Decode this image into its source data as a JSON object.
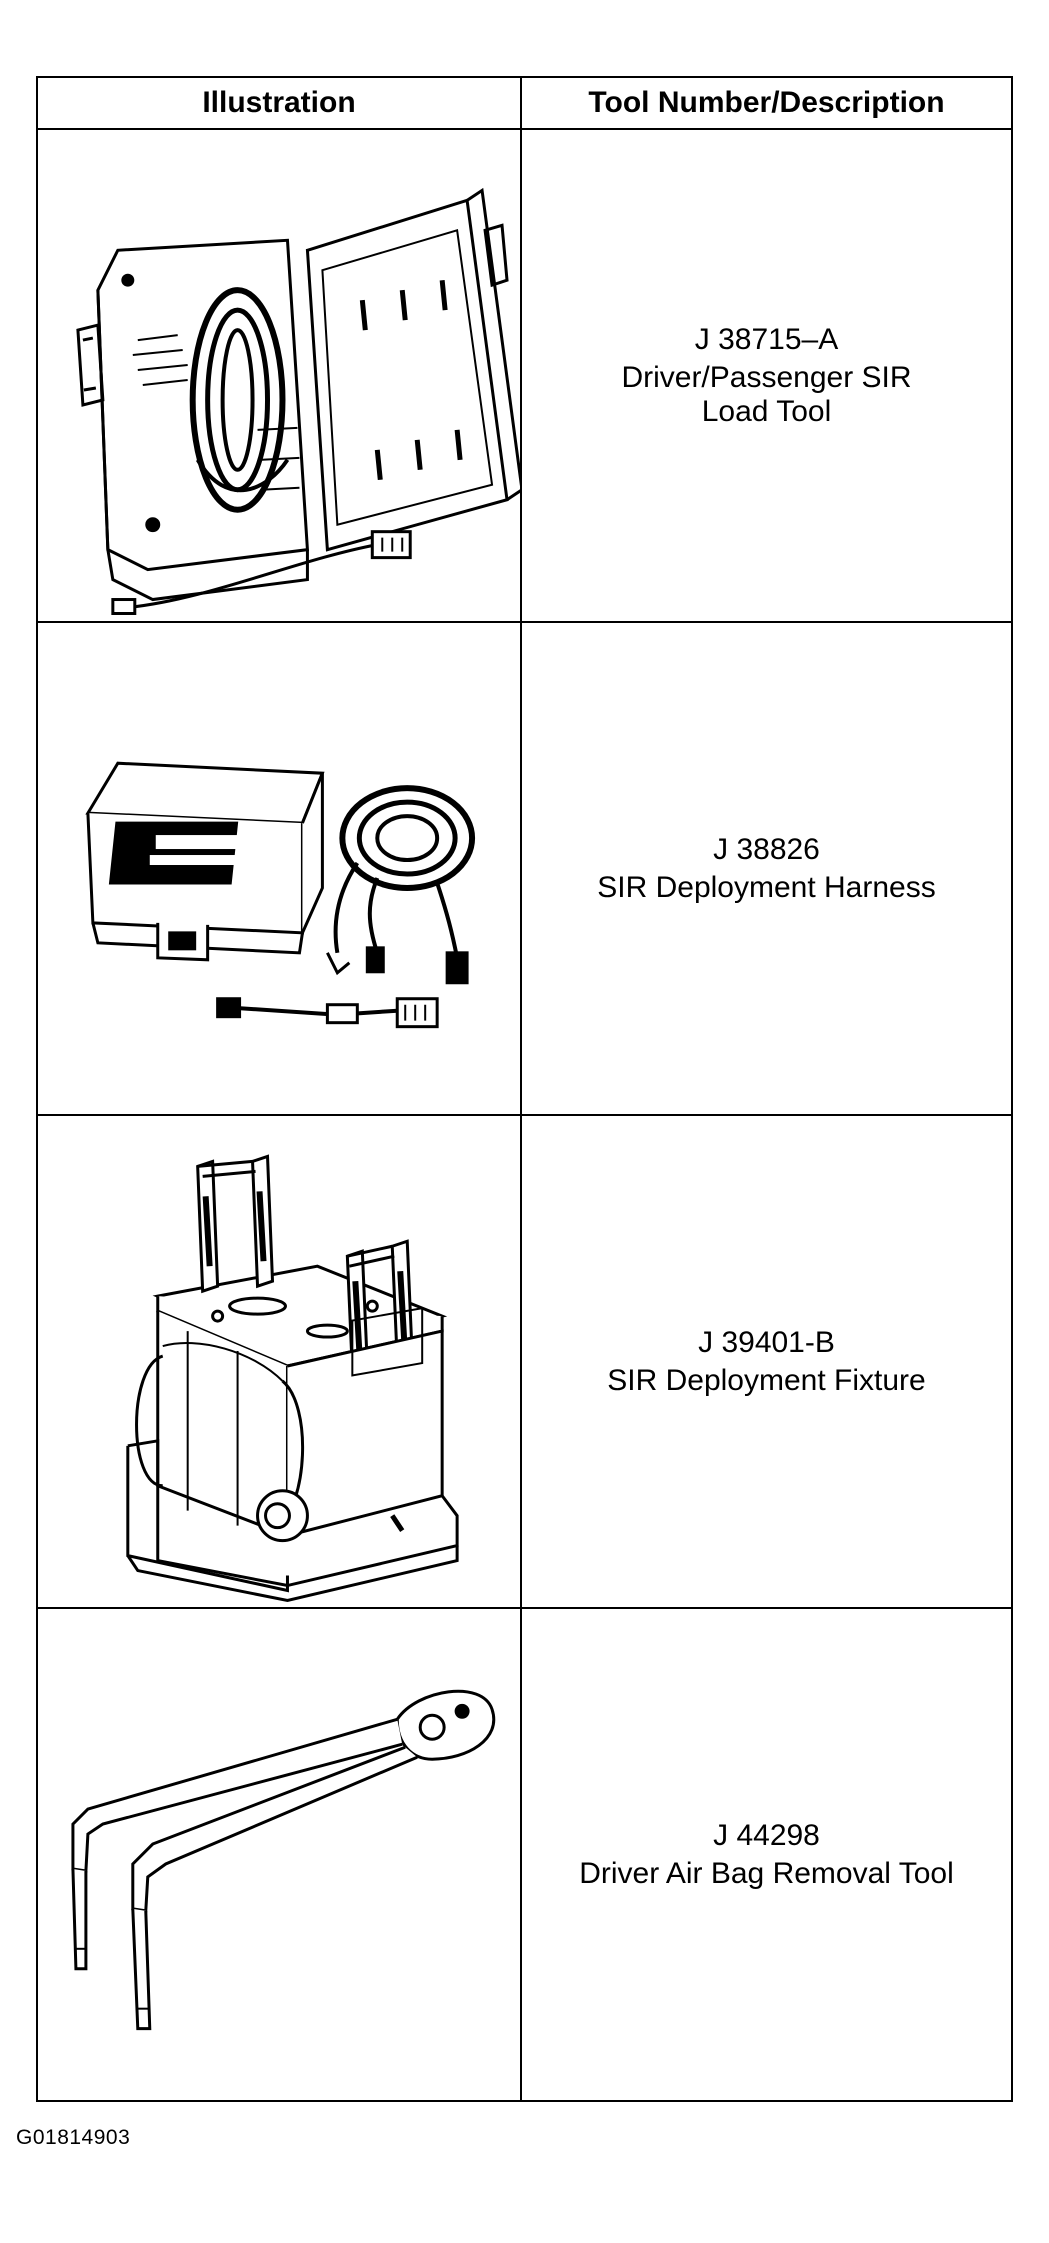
{
  "table": {
    "headers": {
      "illustration": "Illustration",
      "description": "Tool Number/Description"
    },
    "rows": [
      {
        "tool_number": "J 38715–A",
        "description_lines": [
          "Driver/Passenger SIR",
          "Load Tool"
        ],
        "illustration_icon": "load-tool-case-icon"
      },
      {
        "tool_number": "J 38826",
        "description_lines": [
          "SIR Deployment Harness"
        ],
        "illustration_icon": "deployment-harness-icon"
      },
      {
        "tool_number": "J 39401-B",
        "description_lines": [
          "SIR Deployment Fixture"
        ],
        "illustration_icon": "deployment-fixture-icon"
      },
      {
        "tool_number": "J 44298",
        "description_lines": [
          "Driver Air Bag Removal Tool"
        ],
        "illustration_icon": "air-bag-removal-tool-icon"
      }
    ]
  },
  "figure_code": "G01814903"
}
